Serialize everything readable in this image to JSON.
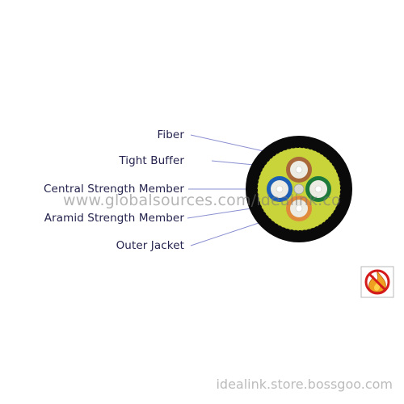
{
  "labels": {
    "fiber": "Fiber",
    "tight_buffer": "Tight Buffer",
    "central_strength_member": "Central Strength Member",
    "aramid_strength_member": "Aramid Strength Member",
    "outer_jacket": "Outer Jacket"
  },
  "watermark": "www.globalsources.com/idealink.co",
  "footer_watermark": "idealink.store.bossgoo.com",
  "colors": {
    "outer_jacket": "#0a0a0a",
    "aramid_fill": "#c9d33a",
    "buffer_brown": "#a8683a",
    "buffer_green": "#1e7a3a",
    "buffer_orange": "#e08a3c",
    "buffer_blue": "#1d5fb5",
    "leader_line": "#8a8fd0",
    "label_text": "#24234d"
  },
  "icons": [
    "fire-hazard-prohibited-icon"
  ]
}
